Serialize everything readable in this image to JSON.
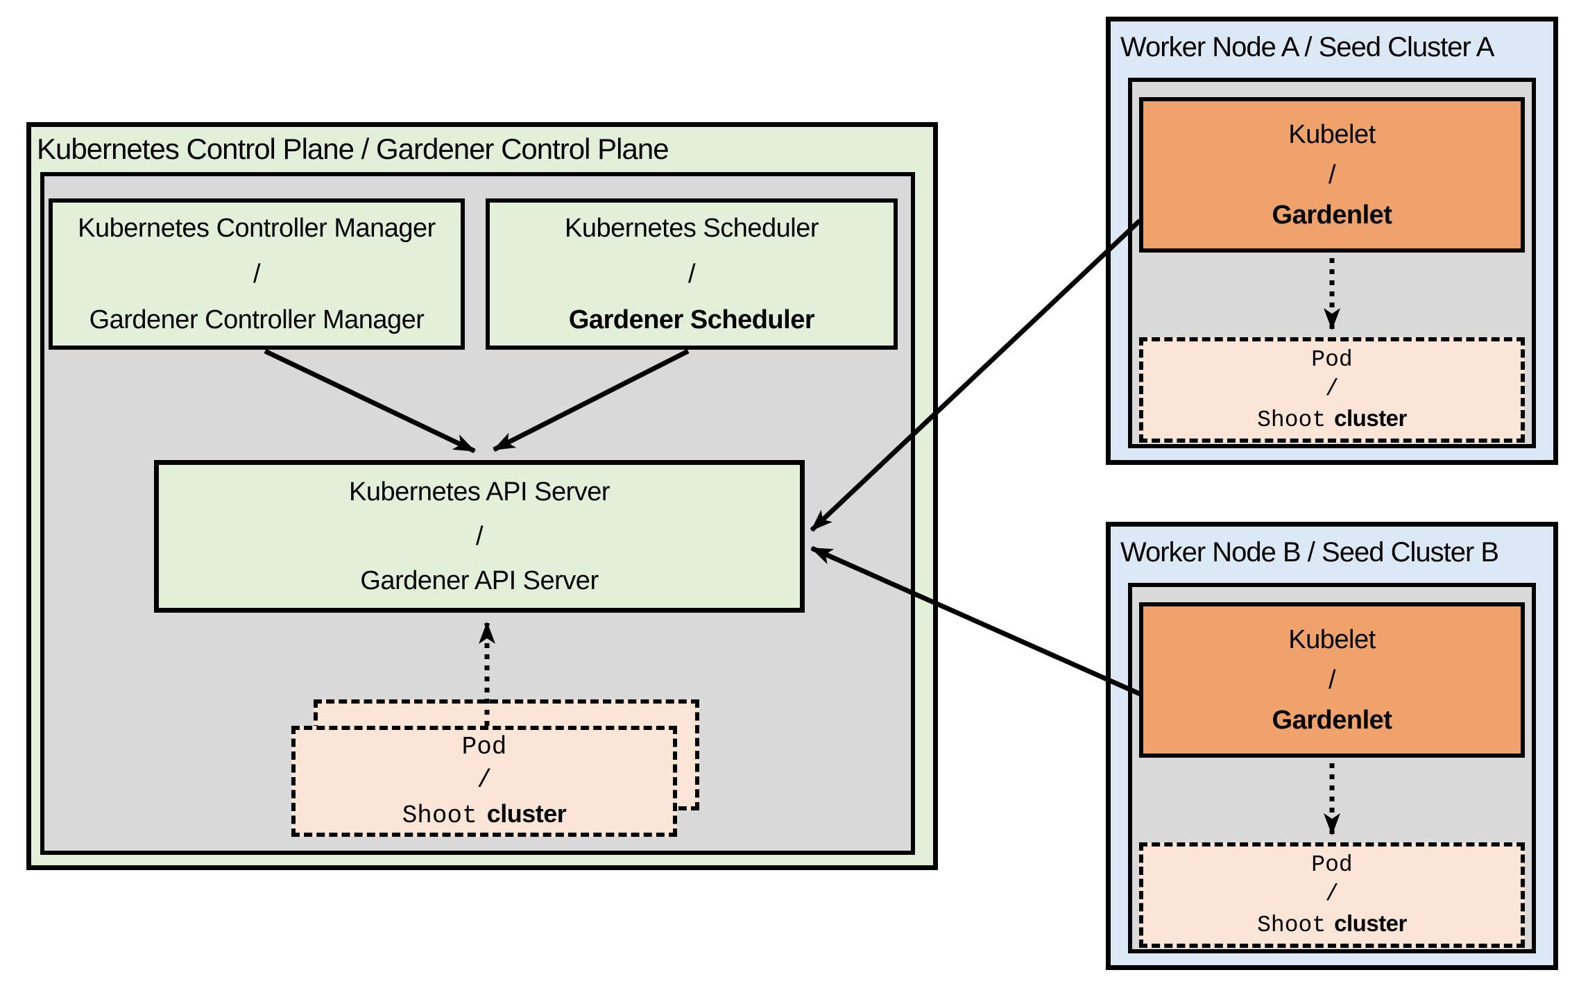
{
  "colors": {
    "page_bg": "#ffffff",
    "control_plane_fill": "#e2efd9",
    "inner_panel_fill": "#d9d9d9",
    "component_fill": "#e2efd9",
    "worker_node_fill": "#dbe8f6",
    "kubelet_fill": "#f0a26c",
    "pod_fill": "#fbe5d6",
    "border_color": "#000000"
  },
  "control_plane": {
    "title": "Kubernetes Control Plane / Gardener Control Plane",
    "controller_manager": {
      "line1": "Kubernetes Controller Manager",
      "separator": "/",
      "line2": "Gardener Controller Manager"
    },
    "scheduler": {
      "line1": "Kubernetes Scheduler",
      "separator": "/",
      "line2": "Gardener Scheduler"
    },
    "api_server": {
      "line1": "Kubernetes API Server",
      "separator": "/",
      "line2": "Gardener API Server"
    },
    "pod": {
      "line1": "Pod",
      "separator": "/",
      "shoot": "Shoot",
      "cluster": "cluster"
    }
  },
  "worker_node_a": {
    "title": "Worker Node A / Seed Cluster A",
    "kubelet": {
      "line1": "Kubelet",
      "separator": "/",
      "line2": "Gardenlet"
    },
    "pod": {
      "line1": "Pod",
      "separator": "/",
      "shoot": "Shoot",
      "cluster": "cluster"
    }
  },
  "worker_node_b": {
    "title": "Worker Node B / Seed Cluster B",
    "kubelet": {
      "line1": "Kubelet",
      "separator": "/",
      "line2": "Gardenlet"
    },
    "pod": {
      "line1": "Pod",
      "separator": "/",
      "shoot": "Shoot",
      "cluster": "cluster"
    }
  }
}
